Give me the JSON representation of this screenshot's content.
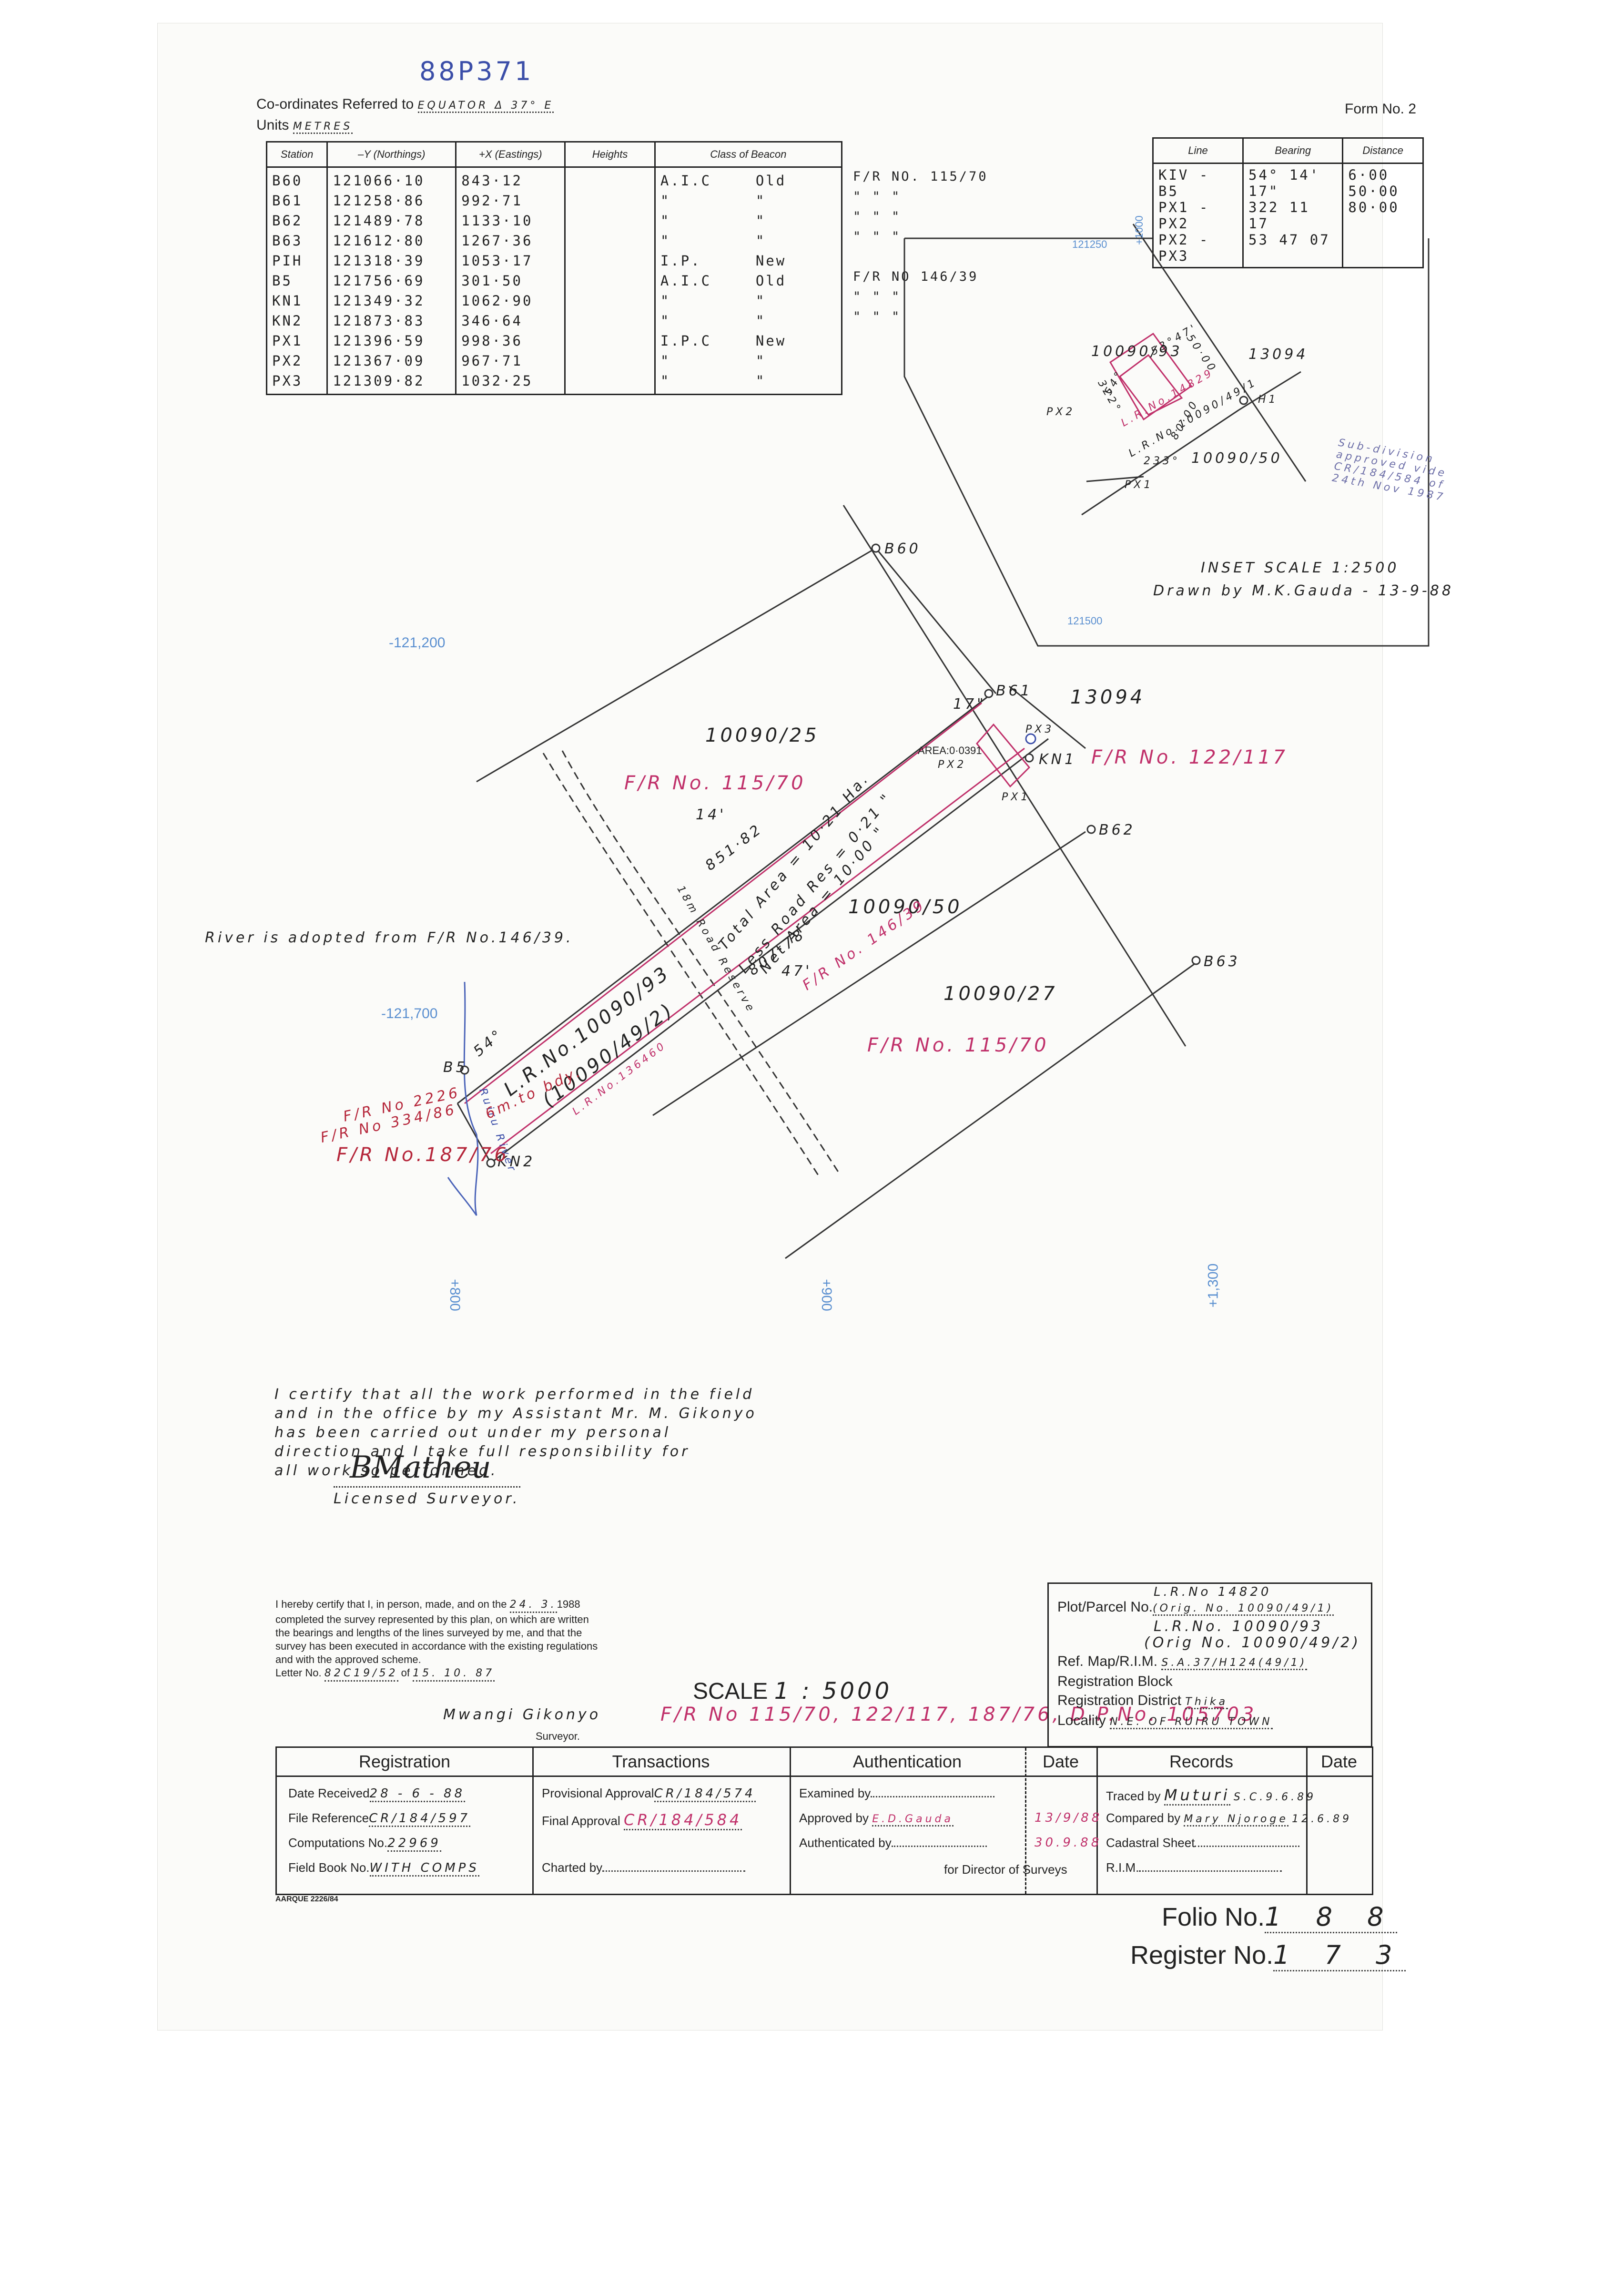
{
  "header": {
    "ref_number": "88P371",
    "coordinates_label": "Co-ordinates Referred to",
    "coordinates_value": "EQUATOR  Δ 37° E",
    "units_label": "Units",
    "units_value": "METRES",
    "form_no": "Form No. 2"
  },
  "coord_table": {
    "headers": [
      "Station",
      "–Y (Northings)",
      "+X (Eastings)",
      "Heights",
      "Class of Beacon"
    ],
    "rows": [
      {
        "station": "B60",
        "northing": "121066·10",
        "easting": "843·12",
        "cls": "A.I.C",
        "cond": "Old",
        "ref": "F/R NO. 115/70"
      },
      {
        "station": "B61",
        "northing": "121258·86",
        "easting": "992·71",
        "cls": "\"",
        "cond": "\"",
        "ref": "\"  \"  \""
      },
      {
        "station": "B62",
        "northing": "121489·78",
        "easting": "1133·10",
        "cls": "\"",
        "cond": "\"",
        "ref": "\"  \"  \""
      },
      {
        "station": "B63",
        "northing": "121612·80",
        "easting": "1267·36",
        "cls": "\"",
        "cond": "\"",
        "ref": "\"  \"  \""
      },
      {
        "station": "PIH",
        "northing": "121318·39",
        "easting": "1053·17",
        "cls": "I.P.",
        "cond": "New",
        "ref": ""
      },
      {
        "station": "B5",
        "northing": "121756·69",
        "easting": "301·50",
        "cls": "A.I.C",
        "cond": "Old",
        "ref": "F/R NO 146/39"
      },
      {
        "station": "KN1",
        "northing": "121349·32",
        "easting": "1062·90",
        "cls": "\"",
        "cond": "\"",
        "ref": "\"  \"  \""
      },
      {
        "station": "KN2",
        "northing": "121873·83",
        "easting": "346·64",
        "cls": "\"",
        "cond": "\"",
        "ref": "\"  \"  \""
      },
      {
        "station": "PX1",
        "northing": "121396·59",
        "easting": "998·36",
        "cls": "I.P.C",
        "cond": "New",
        "ref": ""
      },
      {
        "station": "PX2",
        "northing": "121367·09",
        "easting": "967·71",
        "cls": "\"",
        "cond": "\"",
        "ref": ""
      },
      {
        "station": "PX3",
        "northing": "121309·82",
        "easting": "1032·25",
        "cls": "\"",
        "cond": "\"",
        "ref": ""
      }
    ]
  },
  "bearing_table": {
    "headers": [
      "Line",
      "Bearing",
      "Distance"
    ],
    "rows": [
      {
        "line": "KIV - B5",
        "bearing": "54°  14'  17\"",
        "distance": "6·00"
      },
      {
        "line": "PX1 - PX2",
        "bearing": "322  11  17",
        "distance": "50·00"
      },
      {
        "line": "PX2 - PX3",
        "bearing": "53  47  07",
        "distance": "80·00"
      }
    ]
  },
  "inset": {
    "grid_top": "121250",
    "grid_right_top": "+1000",
    "grid_bottom": "121500",
    "parcel_left": "10090/93",
    "parcel_right": "13094",
    "parcel_bottom": "10090/50",
    "lr_no": "L.R.No.14829",
    "lr_no_orig": "L.R.No.10090/49/1",
    "px2": "PX2",
    "px1": "PX1",
    "h1": "H1",
    "d1": "80·00",
    "d2": "50·00",
    "d3": "53°47'",
    "d4": "322°",
    "d5": "233°",
    "d6": "54°",
    "scale": "INSET SCALE 1:2500",
    "drawn_by": "Drawn by M.K.Gauda - 13-9-88",
    "subdivision_note": "Sub-division approved vide CR/184/584 of 24th Nov 1987"
  },
  "map": {
    "grid_121200": "-121,200",
    "grid_121700": "-121,700",
    "grid_800": "+800",
    "grid_900": "+900",
    "grid_1300": "+1,300",
    "b60": "B60",
    "b61": "B61",
    "b62": "B62",
    "b63": "B63",
    "b5": "B5",
    "kn1": "KN1",
    "kn2": "KN2",
    "px1": "PX1",
    "px2": "PX2",
    "px3": "PX3",
    "p_13094": "13094",
    "p_10090_25": "10090/25",
    "p_10090_50": "10090/50",
    "p_10090_27": "10090/27",
    "fr_115_70_a": "F/R No. 115/70",
    "fr_122_117": "F/R No. 122/117",
    "fr_146_39": "F/R No. 146/39",
    "fr_115_70_b": "F/R No. 115/70",
    "fr_187_76": "F/R No.187/76",
    "fr_334_86": "F/R No 334/86",
    "fr_old": "F/R No 2226",
    "lr_no": "L.R.No.10090/93",
    "lr_orig": "(10090/49/2)",
    "lr_pink": "L.R.No.136460",
    "total_area": "Total Area = 10·21 Ha.",
    "less_road": "Less Road Res = 0·21 \"",
    "net_area": "Net Area = 10·00 \"",
    "dist_851": "851·82",
    "dist_807": "807·78",
    "angle_14": "14'",
    "angle_54": "54°",
    "angle_47": "47'",
    "angle_17": "17\"",
    "area_small": "AREA:0·0391",
    "road_reserve": "18m Road Reserve",
    "river": "Ruiru River",
    "river_note": "River is adopted from F/R No.146/39.",
    "bdy_note": "6m.to bdy."
  },
  "certificate": {
    "line1": "I certify that all the work performed in the field",
    "line2": "and in the office by my Assistant Mr. M. Gikonyo",
    "line3": "has been carried out under my personal",
    "line4": "direction and I take full responsibility for",
    "line5": "all work so performed.",
    "signature": "BMatheu",
    "title": "Licensed Surveyor."
  },
  "statement": {
    "line1": "I hereby certify that I, in person, made, and on the",
    "date": "24. 3.",
    "year": "1988",
    "line2": "completed the survey represented by this plan, on which are written",
    "line3": "the bearings and lengths of the lines surveyed by me, and that the",
    "line4": "survey has been executed in accordance with the existing regulations",
    "line5": "and with the approved scheme.",
    "letter_label": "Letter No.",
    "letter_no": "82C19/52",
    "of_label": "of",
    "letter_date": "15. 10. 87",
    "surveyor_name": "Mwangi Gikonyo",
    "surveyor_label": "Surveyor."
  },
  "scale": {
    "label": "SCALE",
    "value": "1 : 5000",
    "fr_refs": "F/R No 115/70, 122/117, 187/76, D.P.No. 105703"
  },
  "title_box": {
    "lr_no_top": "L.R.No 14820",
    "plot_label": "Plot/Parcel No.",
    "plot_value": "(Orig. No. 10090/49/1)",
    "lr_no_2": "L.R.No. 10090/93",
    "orig_no_2": "(Orig No. 10090/49/2)",
    "ref_map_label": "Ref. Map/R.I.M.",
    "ref_map_value": "S.A.37/H124(49/1)",
    "block_label": "Registration Block",
    "block_value": "",
    "district_label": "Registration District",
    "district_value": "Thika",
    "locality_label": "Locality",
    "locality_value": "N.E. OF RUIRU TOWN"
  },
  "reg_table": {
    "headers": [
      "Registration",
      "Transactions",
      "Authentication",
      "Date",
      "Records",
      "Date"
    ],
    "date_received_label": "Date Received",
    "date_received": "28 - 6 - 88",
    "file_ref_label": "File Reference",
    "file_ref": "CR/184/597",
    "computations_label": "Computations No.",
    "computations": "22969",
    "field_book_label": "Field Book No.",
    "field_book": "WITH COMPS",
    "prov_label": "Provisional Approval",
    "prov_value": "CR/184/574",
    "final_label": "Final Approval",
    "final_value": "CR/184/584",
    "charted_label": "Charted by",
    "examined_label": "Examined by",
    "approved_label": "Approved by",
    "approved_value": "E.D.Gauda",
    "approved_date": "13/9/88",
    "authenticated_label": "Authenticated by",
    "authenticated_date": "30.9.88",
    "director_label": "for Director of Surveys",
    "traced_label": "Traced by",
    "traced_value": "Muturi",
    "traced_date": "S.C.9.6.89",
    "compared_label": "Compared by",
    "compared_value": "Mary Njoroge",
    "compared_date": "12.6.89",
    "cadastral_label": "Cadastral Sheet",
    "rim_label": "R.I.M.",
    "print_code": "AARQUE 2226/84"
  },
  "footer": {
    "folio_label": "Folio No.",
    "folio_value": "1 8 8",
    "register_label": "Register No.",
    "register_value": "1 7 3"
  }
}
